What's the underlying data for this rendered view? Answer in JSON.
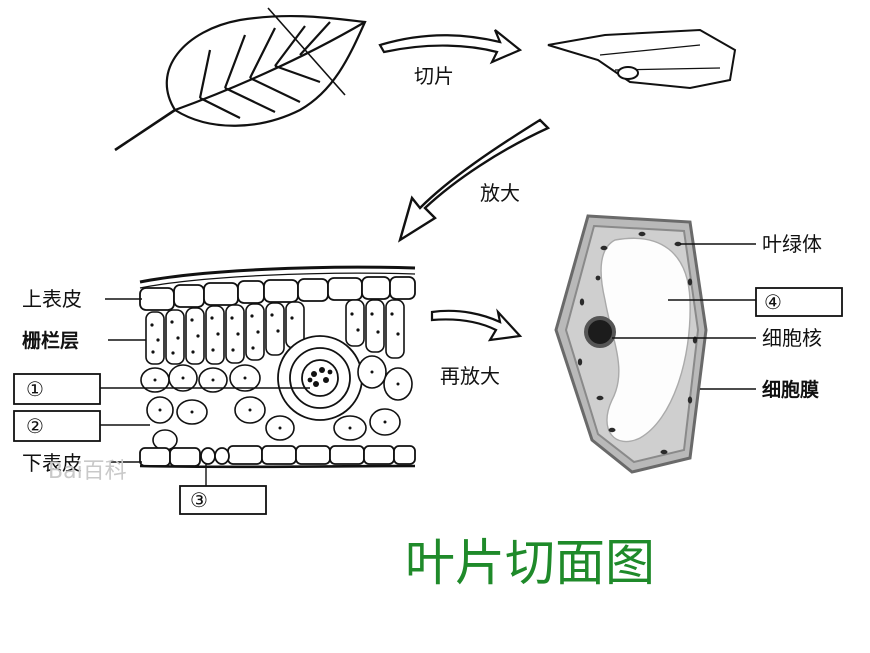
{
  "diagram": {
    "caption": "叶片切面图",
    "arrows": {
      "cut": "切片",
      "magnify": "放大",
      "magnify_again": "再放大"
    },
    "section_labels": {
      "upper_epidermis": "上表皮",
      "palisade_layer": "栅栏层",
      "lower_epidermis": "下表皮"
    },
    "cell_labels": {
      "chloroplast": "叶绿体",
      "nucleus": "细胞核",
      "cell_membrane": "细胞膜"
    },
    "answer_boxes": {
      "box1": "①",
      "box2": "②",
      "box3": "③",
      "box4": "④"
    },
    "watermark": "Bai百科"
  }
}
